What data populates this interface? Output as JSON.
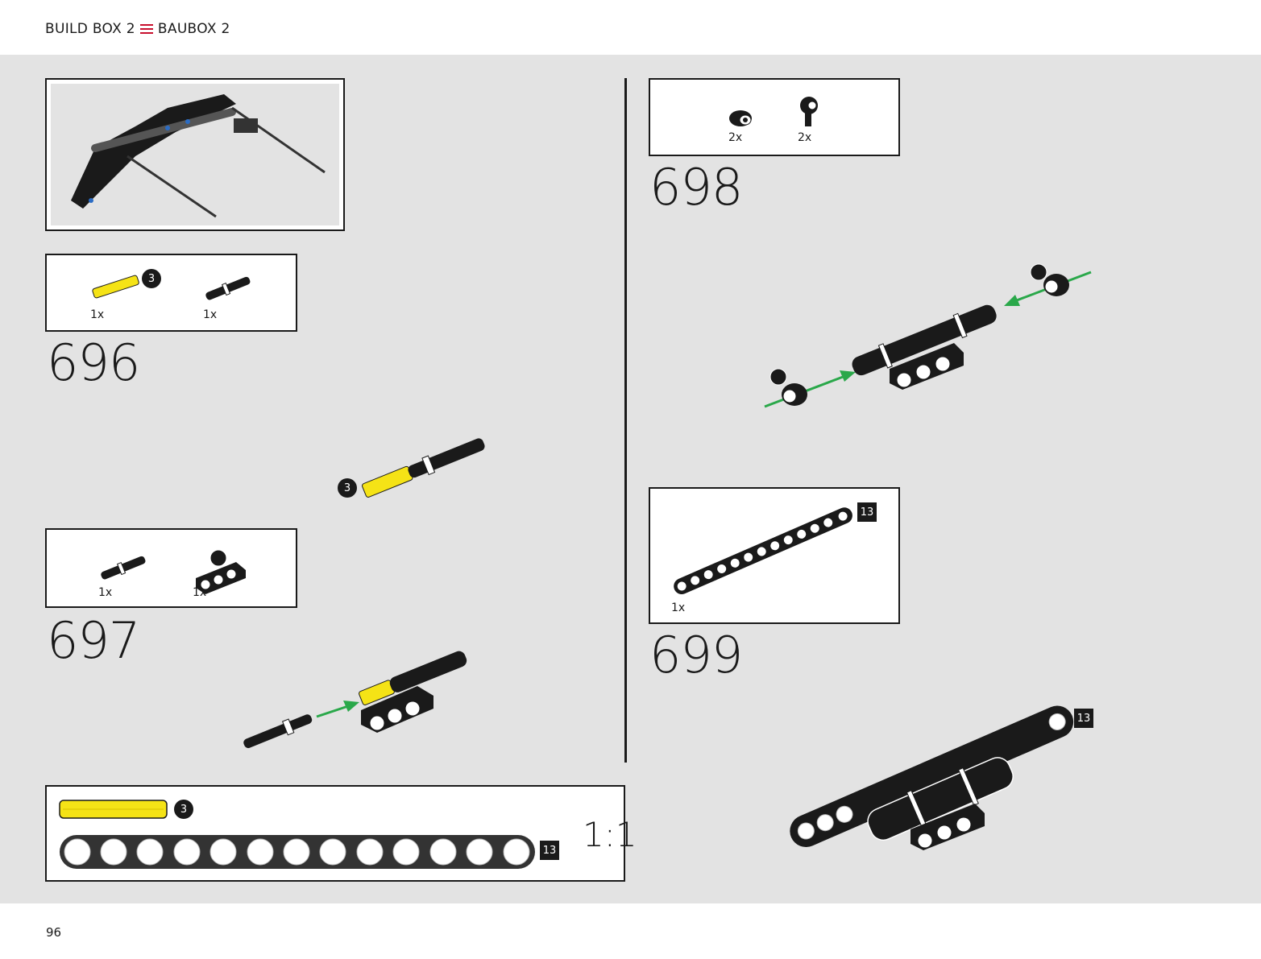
{
  "header": {
    "title_en": "BUILD BOX 2",
    "title_de": "BAUBOX 2"
  },
  "footer": {
    "page_number": "96"
  },
  "steps": [
    {
      "number": "696",
      "parts": [
        {
          "qty": "1x",
          "badge": "3"
        },
        {
          "qty": "1x"
        }
      ],
      "callout_badge": "3"
    },
    {
      "number": "697",
      "parts": [
        {
          "qty": "1x"
        },
        {
          "qty": "1x"
        }
      ]
    },
    {
      "number": "698",
      "parts": [
        {
          "qty": "2x"
        },
        {
          "qty": "2x"
        }
      ]
    },
    {
      "number": "699",
      "parts": [
        {
          "qty": "1x",
          "badge": "13"
        }
      ],
      "callout_badge": "13"
    }
  ],
  "reference": {
    "axle_badge": "3",
    "beam_badge": "13",
    "scale": "1:1"
  },
  "colors": {
    "accent_flag": "#c8102e",
    "page_bg": "#e3e3e3",
    "yellow_part": "#f5e316",
    "arrow_green": "#2aa84a"
  }
}
